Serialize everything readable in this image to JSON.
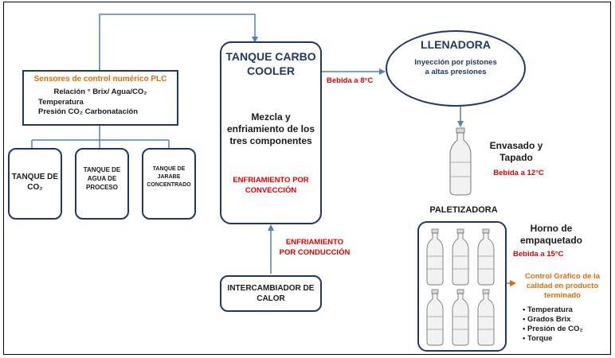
{
  "sensors": {
    "title": "Sensores de control numérico PLC",
    "lines": [
      "Relación ° Brix/ Agua/CO₂",
      "Temperatura",
      "Presión CO₂ Carbonatación"
    ]
  },
  "tanks": [
    {
      "label": "TANQUE DE CO₂"
    },
    {
      "label": "TANQUE DE AGUA DE PROCESO"
    },
    {
      "label": "TANQUE DE JARABE CONCENTRADO"
    }
  ],
  "carbo_cooler": {
    "title": "TANQUE CARBO COOLER",
    "desc": "Mezcla y enfriamiento de los tres componentes",
    "cooling": "ENFRIAMIENTO POR CONVECCIÓN"
  },
  "bebida_8": "Bebida a 8°C",
  "llenadora": {
    "title": "LLENADORA",
    "desc": "Inyección por pistones a altas presiones"
  },
  "envasado": {
    "label": "Envasado y Tapado",
    "bebida": "Bebida a 12°C"
  },
  "paletizadora": "PALETIZADORA",
  "horno": {
    "label": "Horno de empaquetado",
    "bebida": "Bebida a 15°C"
  },
  "conduccion": "ENFRIAMIENTO POR CONDUCCIÓN",
  "intercambiador": "INTERCAMBIADOR DE CALOR",
  "control": {
    "title": "Control Gráfico de la calidad en producto terminado",
    "items": [
      "Temperatura",
      "Grados Brix",
      "Presión de CO₂",
      "Torque"
    ]
  },
  "colors": {
    "box_border": "#1f3864",
    "connector": "#4f81bd",
    "red": "#e00000",
    "orange": "#e36c09"
  }
}
